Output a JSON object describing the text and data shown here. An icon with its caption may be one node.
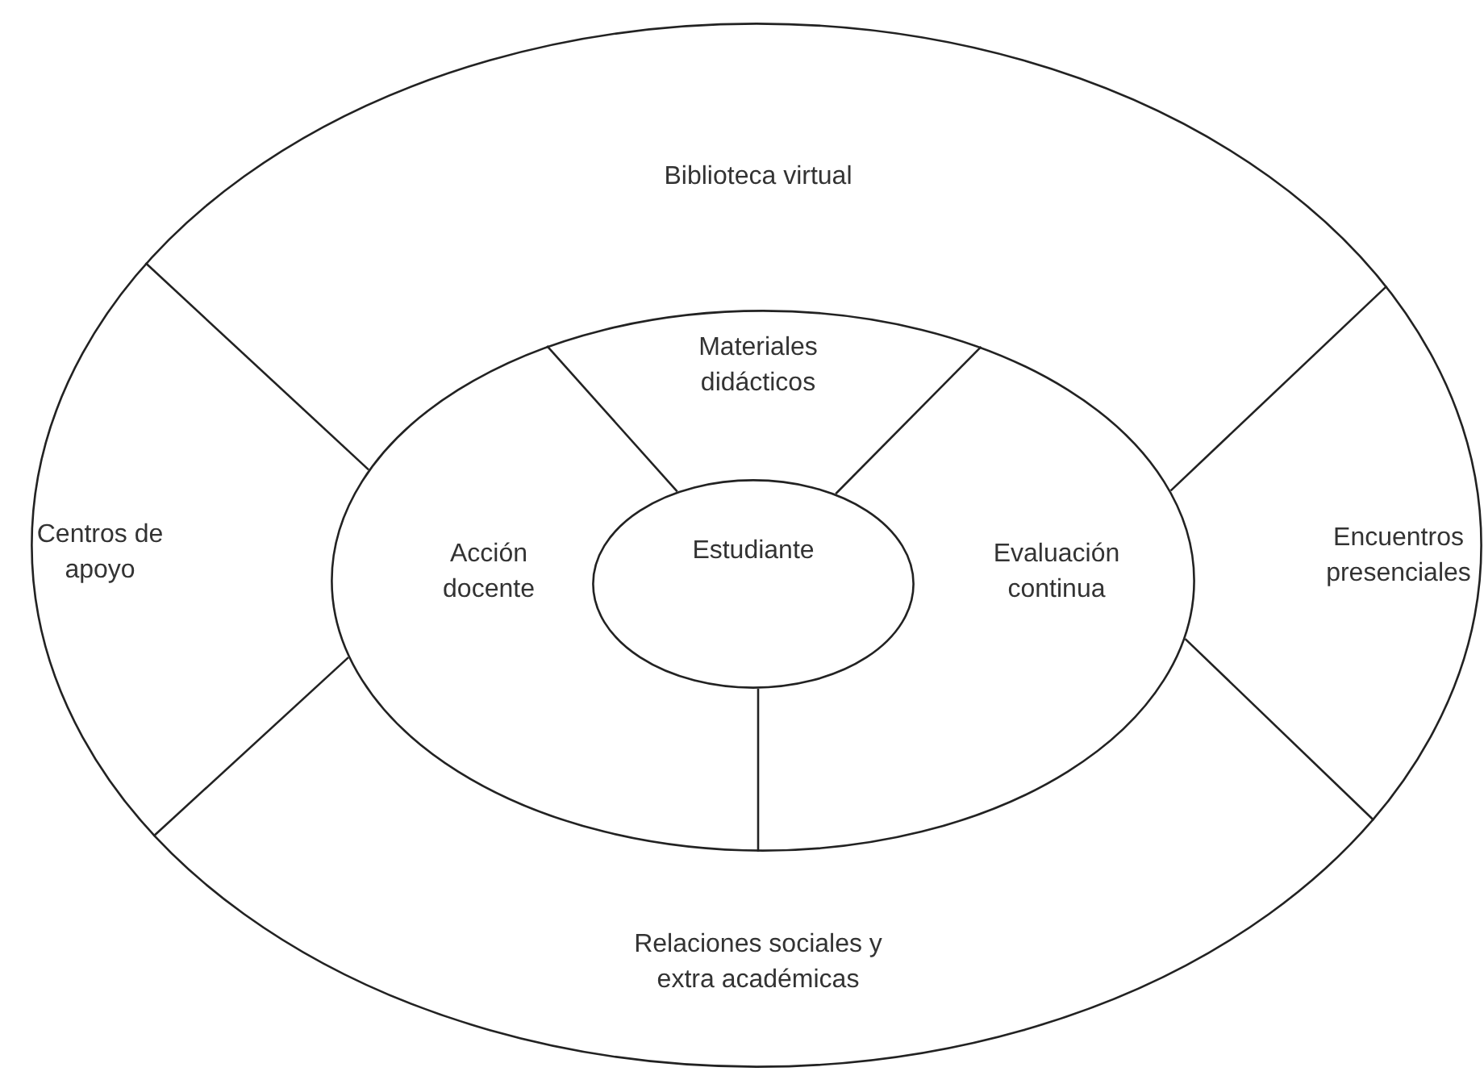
{
  "diagram": {
    "nodes": [
      {
        "text": [],
        "shape": "ellipse"
      },
      {
        "text": [
          "Biblioteca virtual"
        ],
        "in": 0
      },
      {
        "text": [
          "Centros de apoyo"
        ],
        "in": 0
      },
      {
        "text": [
          "Encuentros presenciales"
        ],
        "in": 0
      },
      {
        "text": [
          "Relaciones sociales y extra académicas"
        ],
        "in": 0
      },
      {
        "text": [],
        "shape": "ellipse",
        "in": 0
      },
      {
        "text": [
          "Materiales didácticos"
        ],
        "in": 5
      },
      {
        "text": [
          "Acción docente"
        ],
        "in": 5
      },
      {
        "text": [
          "Evaluación continua"
        ],
        "in": 5
      },
      {
        "text": [
          "Estudiante"
        ],
        "in": 5
      }
    ],
    "edges": []
  }
}
